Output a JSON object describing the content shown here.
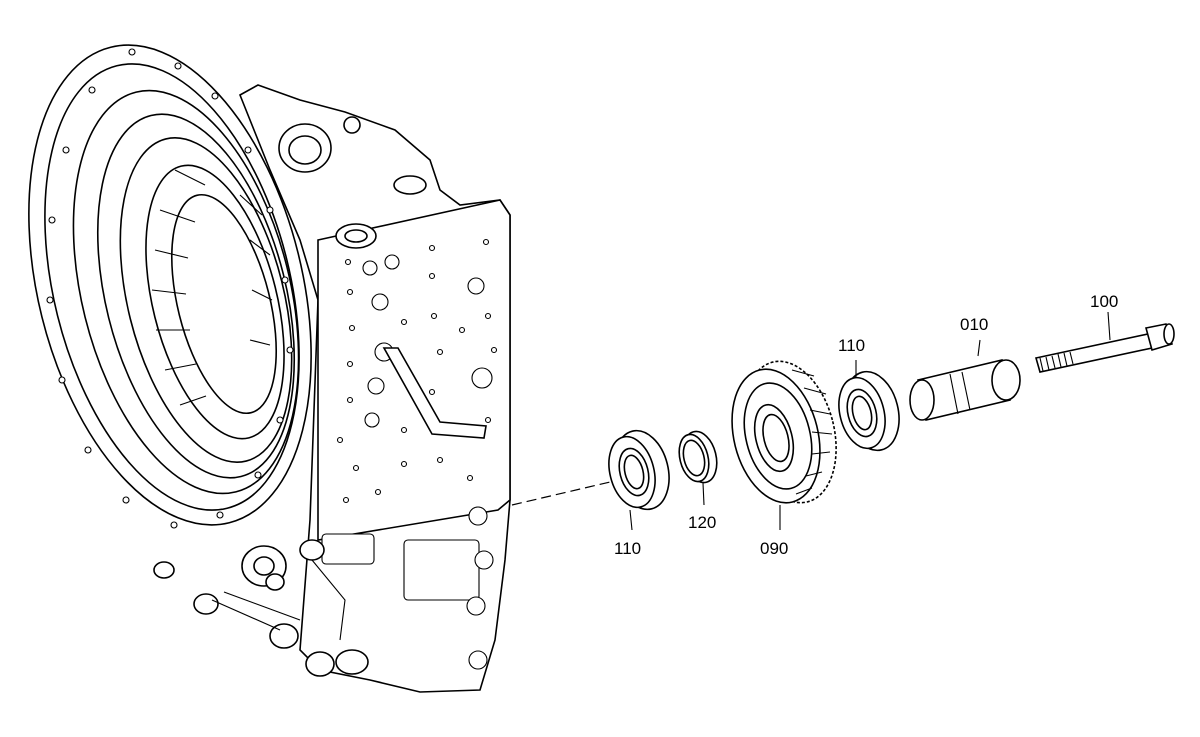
{
  "diagram": {
    "type": "exploded-parts-drawing",
    "callouts": {
      "bearing_left": "110",
      "ring": "120",
      "gear": "090",
      "bearing_right": "110",
      "shaft": "010",
      "bolt": "100"
    }
  }
}
